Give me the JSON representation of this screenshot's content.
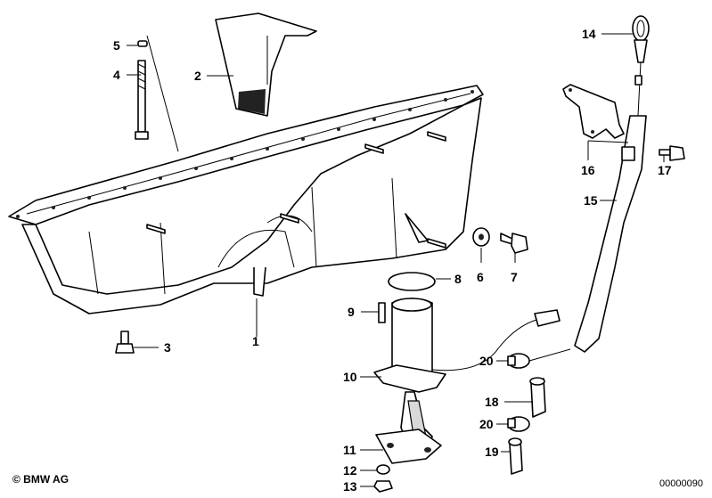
{
  "diagram": {
    "callouts": [
      "1",
      "2",
      "3",
      "4",
      "5",
      "6",
      "7",
      "8",
      "9",
      "10",
      "11",
      "12",
      "13",
      "14",
      "15",
      "16",
      "17",
      "18",
      "19",
      "20",
      "20"
    ],
    "copyright": "© BMW AG",
    "diagram_id": "00000090"
  }
}
